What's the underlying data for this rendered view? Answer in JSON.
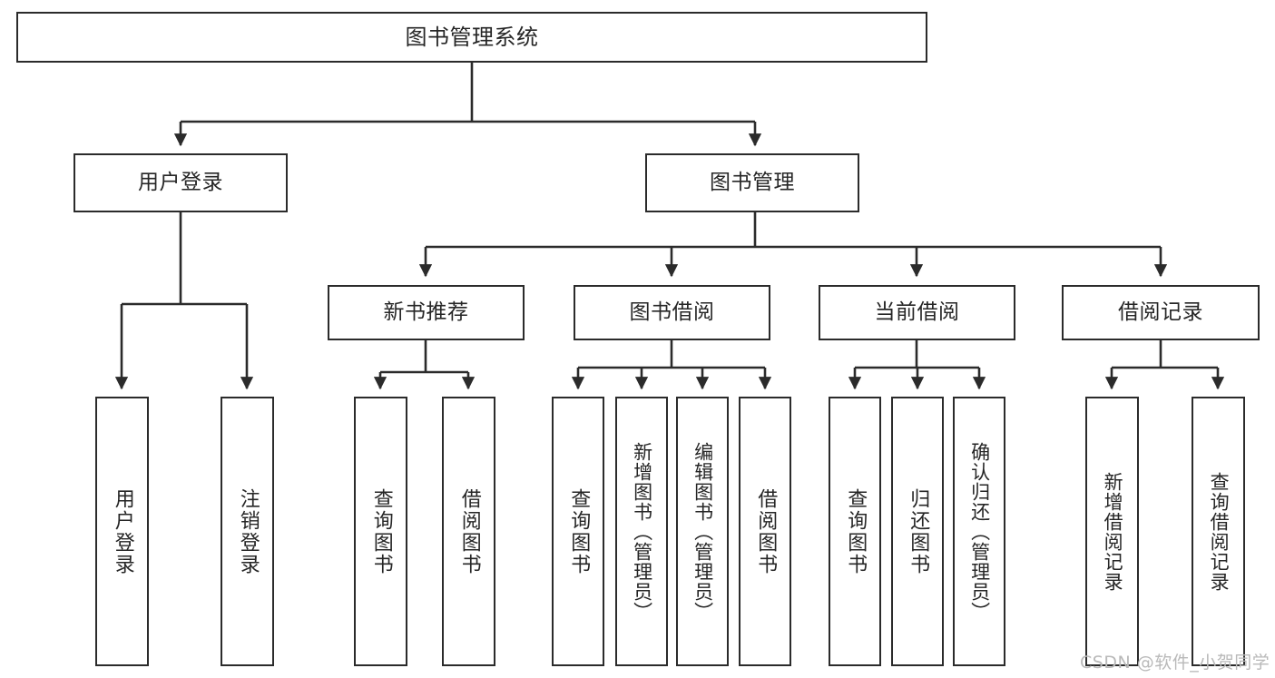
{
  "diagram": {
    "title": "图书管理系统",
    "type": "tree-hierarchy",
    "watermark": "CSDN @软件_小贺同学",
    "colors": {
      "stroke": "#2b2b2b",
      "fill": "#ffffff",
      "text": "#262626",
      "watermark": "#b9b9b9"
    },
    "levels": {
      "level0": [
        {
          "id": "root",
          "label": "图书管理系统"
        }
      ],
      "level1": [
        {
          "id": "user-login",
          "label": "用户登录",
          "parent": "root"
        },
        {
          "id": "book-manage",
          "label": "图书管理",
          "parent": "root"
        }
      ],
      "level2": [
        {
          "id": "new-book-rec",
          "label": "新书推荐",
          "parent": "book-manage"
        },
        {
          "id": "book-borrow",
          "label": "图书借阅",
          "parent": "book-manage"
        },
        {
          "id": "current-borrow",
          "label": "当前借阅",
          "parent": "book-manage"
        },
        {
          "id": "borrow-record",
          "label": "借阅记录",
          "parent": "book-manage"
        }
      ],
      "level3": [
        {
          "id": "leaf-user-login",
          "label": "用户登录",
          "parent": "user-login"
        },
        {
          "id": "leaf-user-logout",
          "label": "注销登录",
          "parent": "user-login"
        },
        {
          "id": "leaf-query-book-1",
          "label": "查询图书",
          "parent": "new-book-rec"
        },
        {
          "id": "leaf-borrow-book-1",
          "label": "借阅图书",
          "parent": "new-book-rec"
        },
        {
          "id": "leaf-query-book-2",
          "label": "查询图书",
          "parent": "book-borrow"
        },
        {
          "id": "leaf-add-book",
          "label": "新增图书（管理员）",
          "parent": "book-borrow"
        },
        {
          "id": "leaf-edit-book",
          "label": "编辑图书（管理员）",
          "parent": "book-borrow"
        },
        {
          "id": "leaf-borrow-book-2",
          "label": "借阅图书",
          "parent": "book-borrow"
        },
        {
          "id": "leaf-query-book-3",
          "label": "查询图书",
          "parent": "current-borrow"
        },
        {
          "id": "leaf-return-book",
          "label": "归还图书",
          "parent": "current-borrow"
        },
        {
          "id": "leaf-confirm-return",
          "label": "确认归还（管理员）",
          "parent": "current-borrow"
        },
        {
          "id": "leaf-add-record",
          "label": "新增借阅记录",
          "parent": "borrow-record"
        },
        {
          "id": "leaf-query-record",
          "label": "查询借阅记录",
          "parent": "borrow-record"
        }
      ]
    }
  }
}
